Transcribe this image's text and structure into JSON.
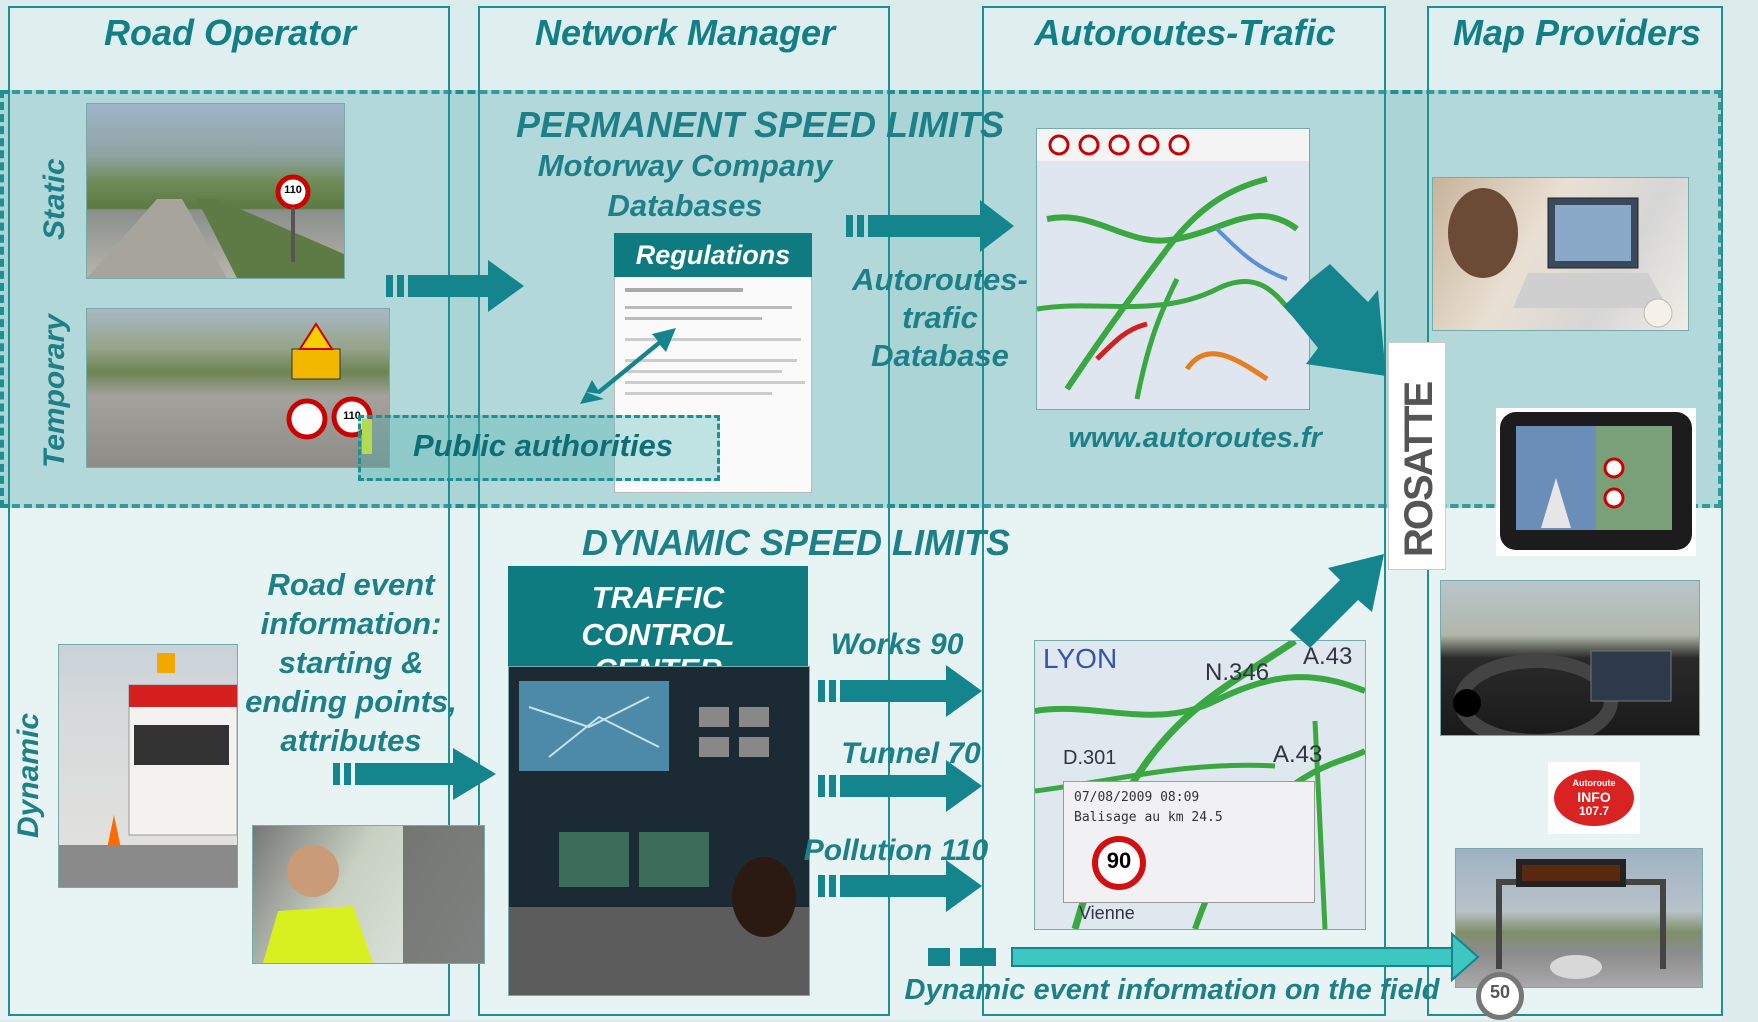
{
  "columns": {
    "road_operator": "Road Operator",
    "network_manager": "Network Manager",
    "autoroutes_trafic": "Autoroutes-Trafic",
    "map_providers": "Map Providers"
  },
  "rows": {
    "static": "Static",
    "temporary": "Temporary",
    "dynamic": "Dynamic"
  },
  "permanent": {
    "title": "PERMANENT SPEED LIMITS",
    "company_db": "Motorway Company Databases",
    "regulations": "Regulations",
    "public_authorities": "Public authorities",
    "db_label_1": "Autoroutes-",
    "db_label_2": "trafic",
    "db_label_3": "Database",
    "website": "www.autoroutes.fr"
  },
  "dynamic": {
    "title": "DYNAMIC SPEED LIMITS",
    "road_event": "Road event information: starting & ending points, attributes",
    "tcc_1": "TRAFFIC",
    "tcc_2": "CONTROL",
    "tcc_3": "CENTER",
    "works": "Works 90",
    "tunnel": "Tunnel 70",
    "pollution": "Pollution 110",
    "field_info": "Dynamic event information on the field"
  },
  "map": {
    "city": "LYON",
    "road1": "N.346",
    "road2": "A.43",
    "road3": "A.43",
    "road4": "D.301",
    "popup_date": "07/08/2009 08:09",
    "popup_text": "Balisage au km 24.5",
    "popup_speed": "90",
    "bottom_town": "Vienne"
  },
  "signs": {
    "static_sign": "110",
    "temp_sign": "110"
  },
  "logo": {
    "brand_letters": "ROSATTE",
    "brand_speed": "50"
  },
  "radio": {
    "l1": "Autoroute",
    "l2": "INFO",
    "l3": "107.7"
  },
  "colors": {
    "teal": "#1d8088",
    "dark_teal": "#0e7b80",
    "band": "#2d969b"
  }
}
